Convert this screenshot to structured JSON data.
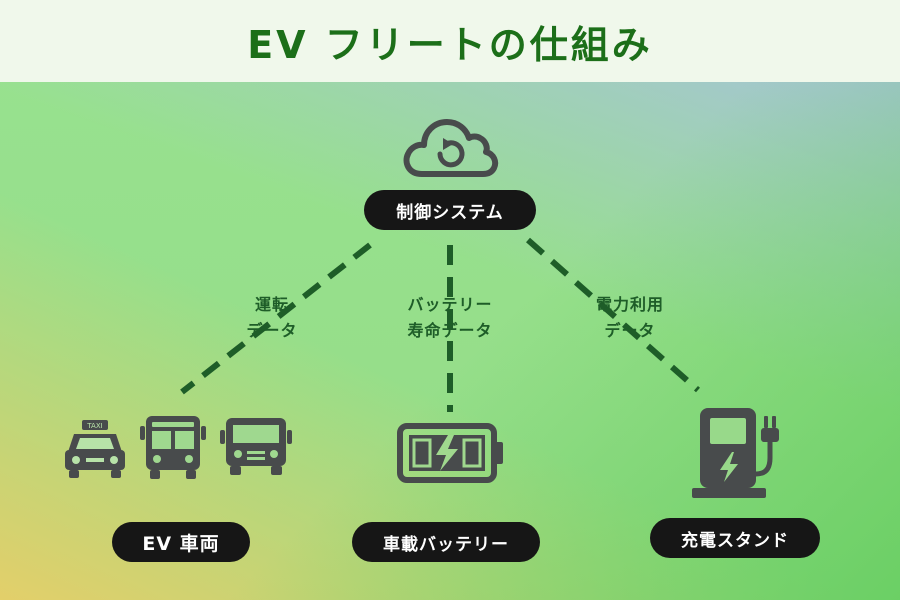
{
  "title": "EV フリートの仕組み",
  "nodes": {
    "control": "制御システム",
    "ev": "EV 車両",
    "battery": "車載バッテリー",
    "charger": "充電スタンド"
  },
  "edges": {
    "driving": [
      "運転",
      "データ"
    ],
    "battery_life": [
      "バッテリー",
      "寿命データ"
    ],
    "power_usage": [
      "電力利用",
      "データ"
    ]
  },
  "taxi_sign": "TAXI",
  "icons": [
    "cloud-sync-icon",
    "taxi-icon",
    "bus-icon",
    "truck-icon",
    "battery-charging-icon",
    "ev-charger-icon"
  ],
  "colors": {
    "title_text": "#1c6f19",
    "icon_gray": "#484b4c",
    "pill_bg": "#161616",
    "dash": "#1e5d28"
  }
}
